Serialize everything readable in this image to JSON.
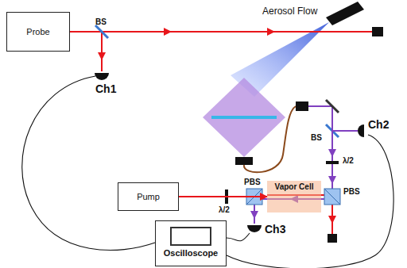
{
  "diagram": {
    "nodes": [
      {
        "text": [
          "Probe"
        ]
      },
      {
        "text": [
          "Pump"
        ]
      },
      {
        "text": [
          "Vapor Cell"
        ]
      },
      {
        "text": [
          "Oscilloscope"
        ]
      }
    ],
    "edges": [
      {
        "from": 1,
        "to": 2,
        "arrow": "to"
      }
    ],
    "labels": [
      "Aerosol Flow",
      "BS",
      "Ch1",
      "Ch2",
      "BS",
      "λ/2",
      "PBS",
      "PBS",
      "λ/2",
      "Ch3"
    ]
  }
}
